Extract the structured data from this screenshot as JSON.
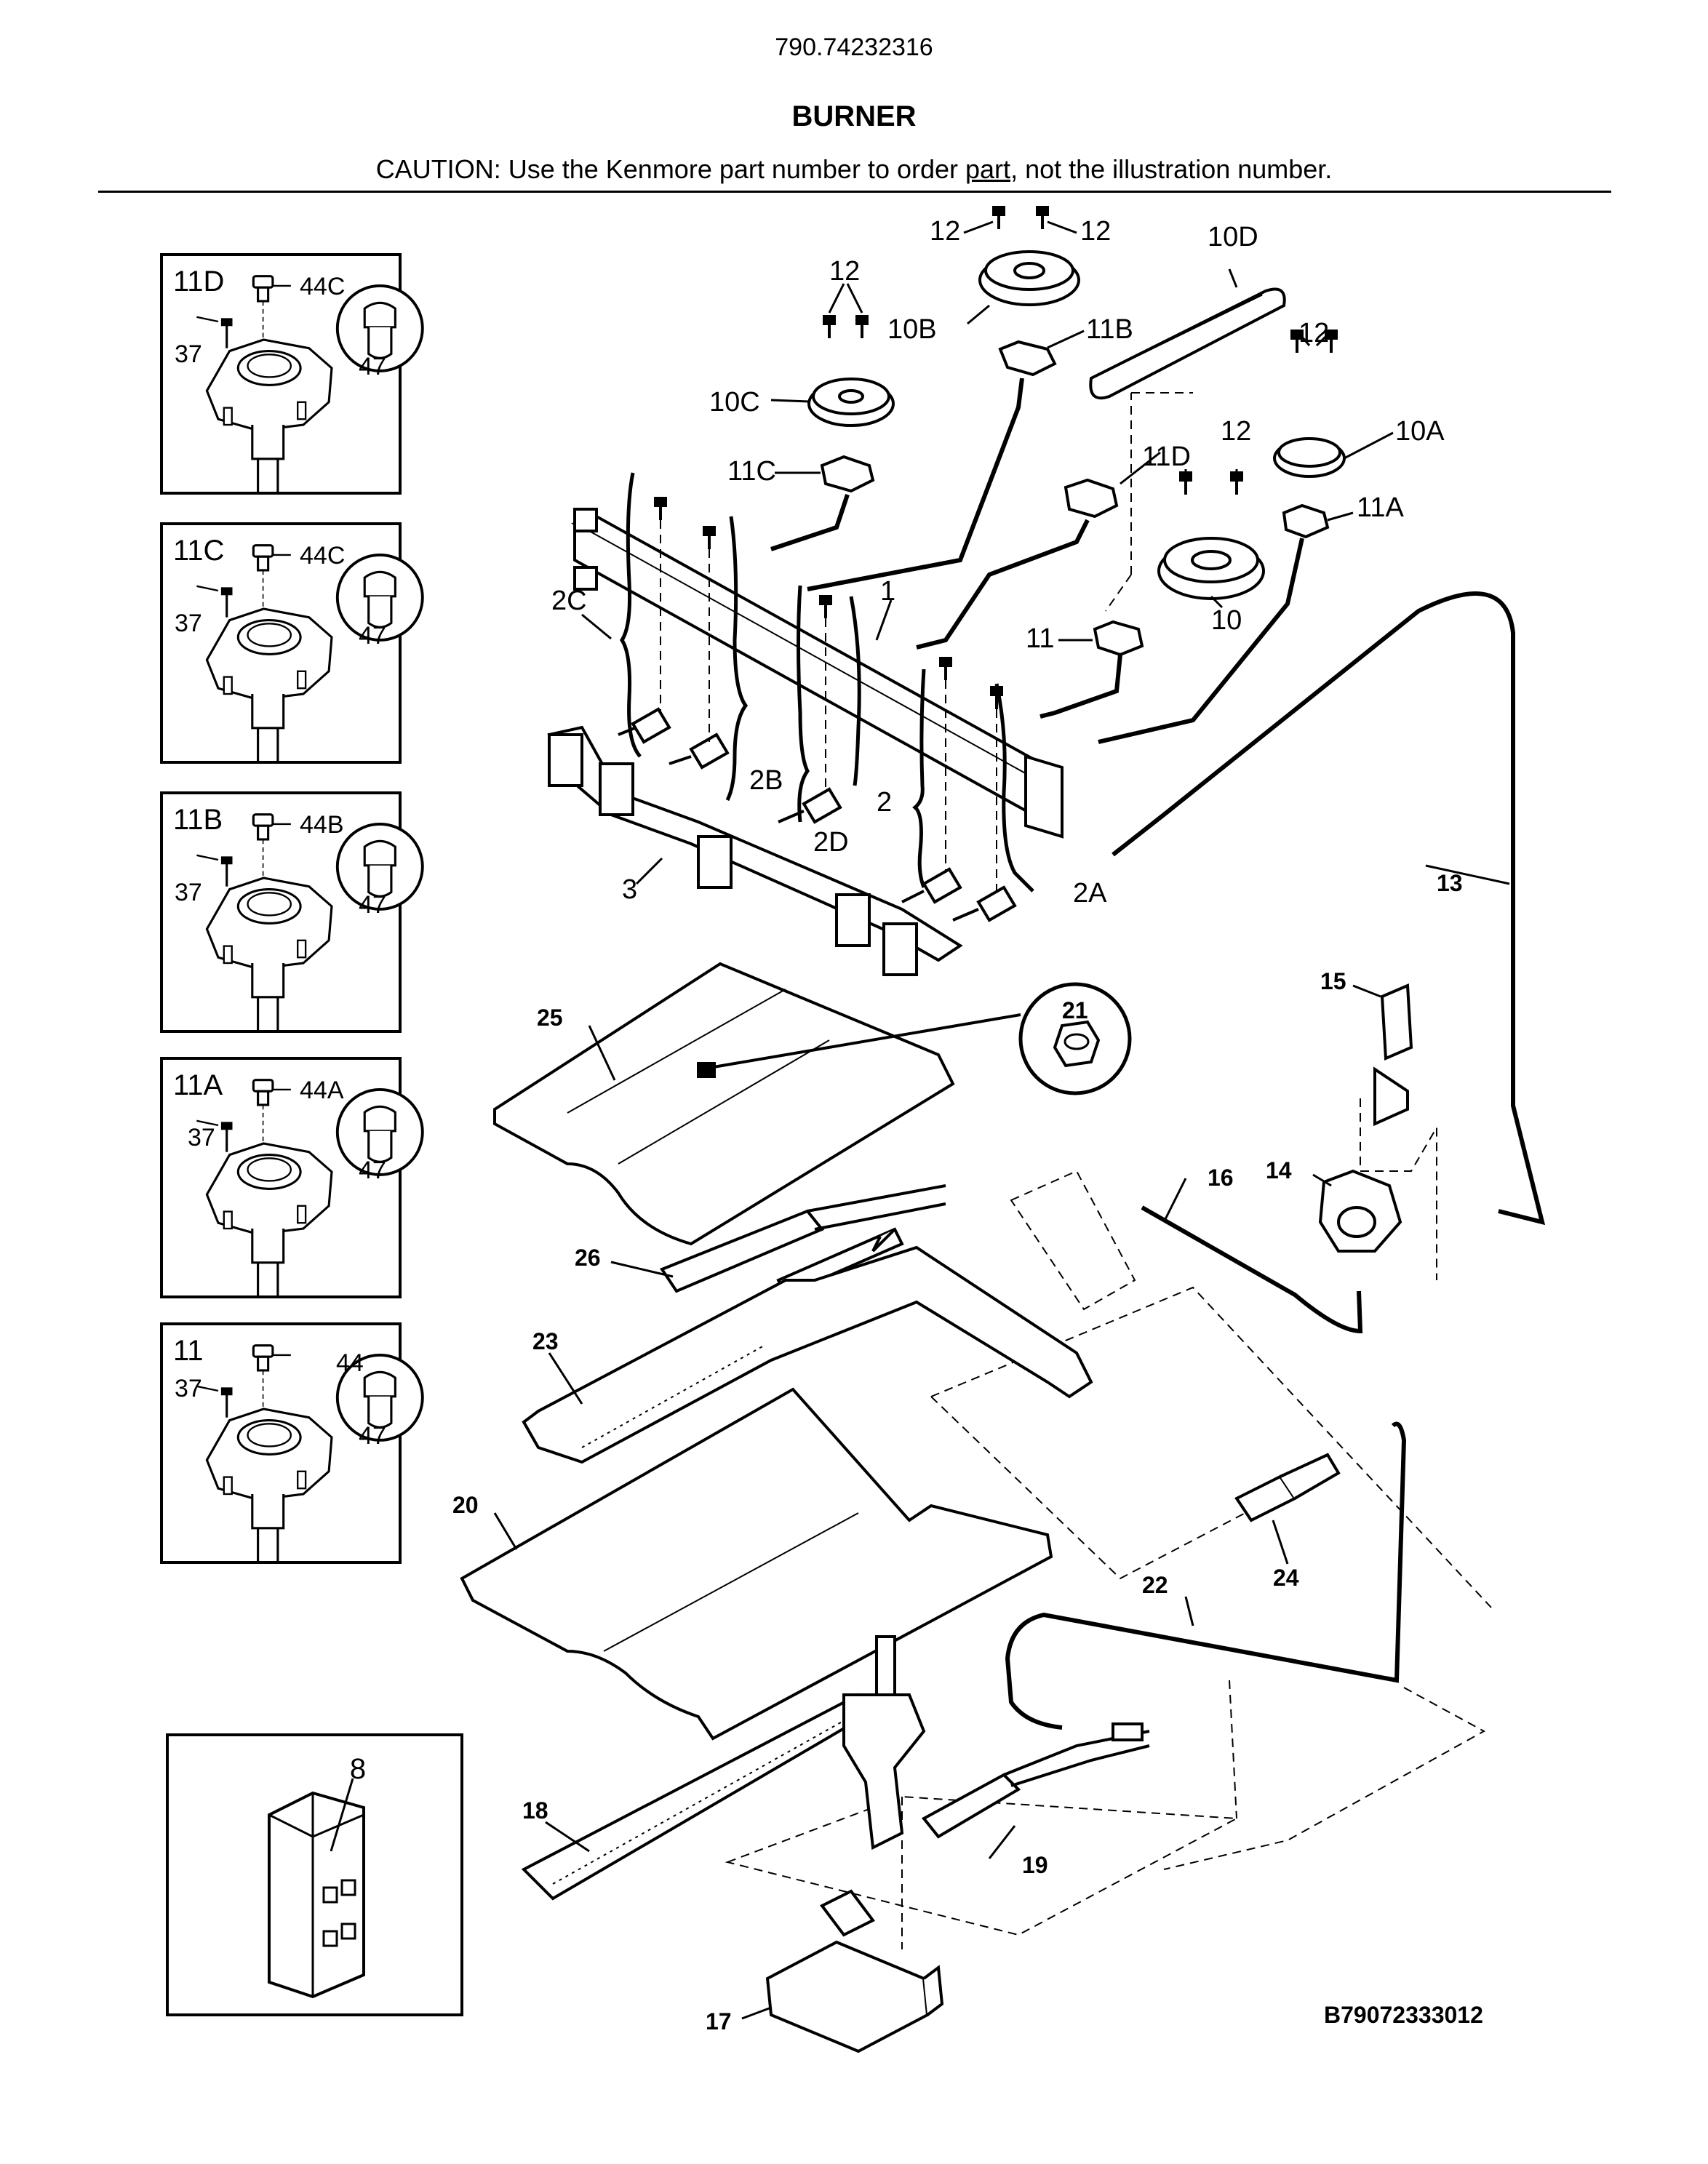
{
  "header": {
    "model_number": "790.74232316",
    "title": "BURNER",
    "caution_prefix": "CAUTION: Use the Kenmore part number to order ",
    "caution_link": "part",
    "caution_suffix": ", not the illustration number."
  },
  "insets": [
    {
      "id": "11D",
      "screw": "37",
      "cap": "44C",
      "circle": "47"
    },
    {
      "id": "11C",
      "screw": "37",
      "cap": "44C",
      "circle": "47"
    },
    {
      "id": "11B",
      "screw": "37",
      "cap": "44B",
      "circle": "47"
    },
    {
      "id": "11A",
      "screw": "37",
      "cap": "44A",
      "circle": "47"
    },
    {
      "id": "11",
      "screw": "37",
      "cap": "44",
      "circle": "47"
    }
  ],
  "spark_module_label": "8",
  "callouts": {
    "c12a": "12",
    "c12b": "12",
    "c12c": "12",
    "c12d": "12",
    "c12e": "12",
    "c10D": "10D",
    "c10B": "10B",
    "c11B": "11B",
    "c10C": "10C",
    "c11C": "11C",
    "c11D": "11D",
    "c10A": "10A",
    "c11A": "11A",
    "c10": "10",
    "c11": "11",
    "c1": "1",
    "c2C": "2C",
    "c2B": "2B",
    "c2D": "2D",
    "c2": "2",
    "c2A": "2A",
    "c3": "3",
    "c13": "13",
    "c15": "15",
    "c14": "14",
    "c16": "16",
    "c21": "21",
    "c25": "25",
    "c26": "26",
    "c23": "23",
    "c20": "20",
    "c24": "24",
    "c22": "22",
    "c18": "18",
    "c19": "19",
    "c17": "17"
  },
  "diagram_number": "B79072333012"
}
